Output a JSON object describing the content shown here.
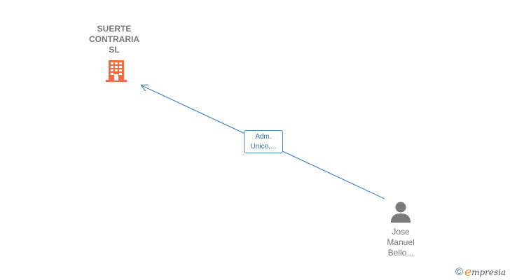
{
  "company": {
    "name_lines": [
      "SUERTE",
      "CONTRARIA",
      "SL"
    ],
    "icon": "office-building-icon",
    "color": "#f26a3d"
  },
  "person": {
    "name_lines": [
      "Jose",
      "Manuel",
      "Bello..."
    ],
    "icon": "person-silhouette-icon",
    "color": "#7a7a7a"
  },
  "relation": {
    "label_lines": [
      "Adm.",
      "Unico,..."
    ],
    "color": "#4a86c8"
  },
  "brand": {
    "copyright": "©",
    "logo_initial": "e",
    "logo_rest": "mpresia"
  }
}
